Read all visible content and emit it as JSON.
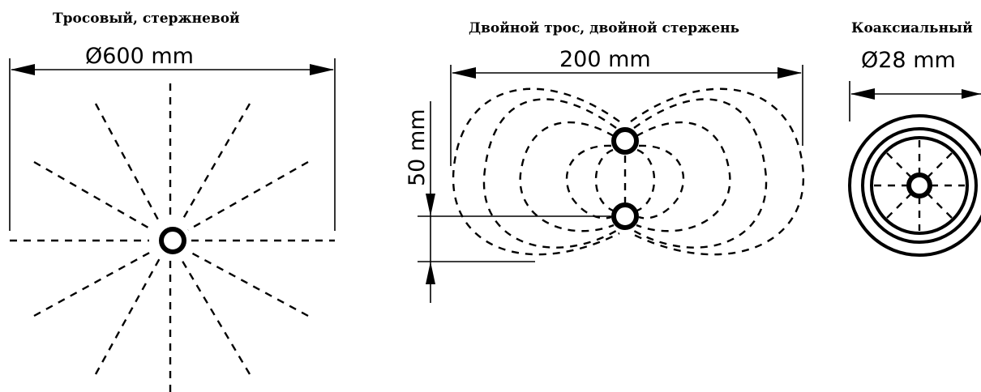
{
  "panels": [
    {
      "title": "Тросовый, стержневой",
      "dimension": "Ø600 mm"
    },
    {
      "title": "Двойной трос, двойной стержень",
      "dimension_width": "200 mm",
      "dimension_spacing": "50 mm"
    },
    {
      "title": "Коаксиальный",
      "dimension": "Ø28 mm"
    }
  ]
}
